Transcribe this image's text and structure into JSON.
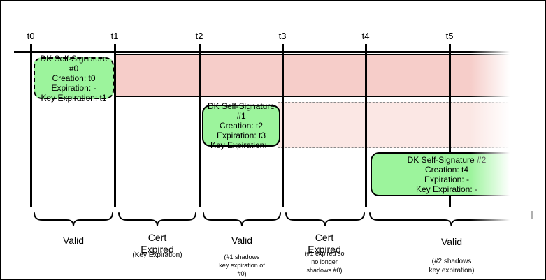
{
  "colors": {
    "box_green": "#9cf49c",
    "band_active": "#f6cdc9",
    "band_shadow": "#fbe7e4"
  },
  "timeline": {
    "ticks": [
      "t0",
      "t1",
      "t2",
      "t3",
      "t4",
      "t5"
    ]
  },
  "signatures": [
    {
      "title": "DK Self-Signature #0",
      "creation": "Creation: t0",
      "expiration": "Expiration: -",
      "key_expiration": "Key Expiration: t1"
    },
    {
      "title": "DK Self-Signature #1",
      "creation": "Creation: t2",
      "expiration": "Expiration: t3",
      "key_expiration": "Key Expiration: -"
    },
    {
      "title": "DK Self-Signature #2",
      "creation": "Creation: t4",
      "expiration": "Expiration: -",
      "key_expiration": "Key Expiration: -"
    }
  ],
  "periods": [
    {
      "label": "Valid",
      "note": ""
    },
    {
      "label": "Cert\nExpired",
      "note": "(Key Expiration)"
    },
    {
      "label": "Valid",
      "note": "(#1 shadows\nkey expiration of\n#0)"
    },
    {
      "label": "Cert\nExpired",
      "note": "(#1 expired so\nno longer\nshadows #0)"
    },
    {
      "label": "Valid",
      "note": "(#2 shadows\nkey expiration)"
    }
  ]
}
